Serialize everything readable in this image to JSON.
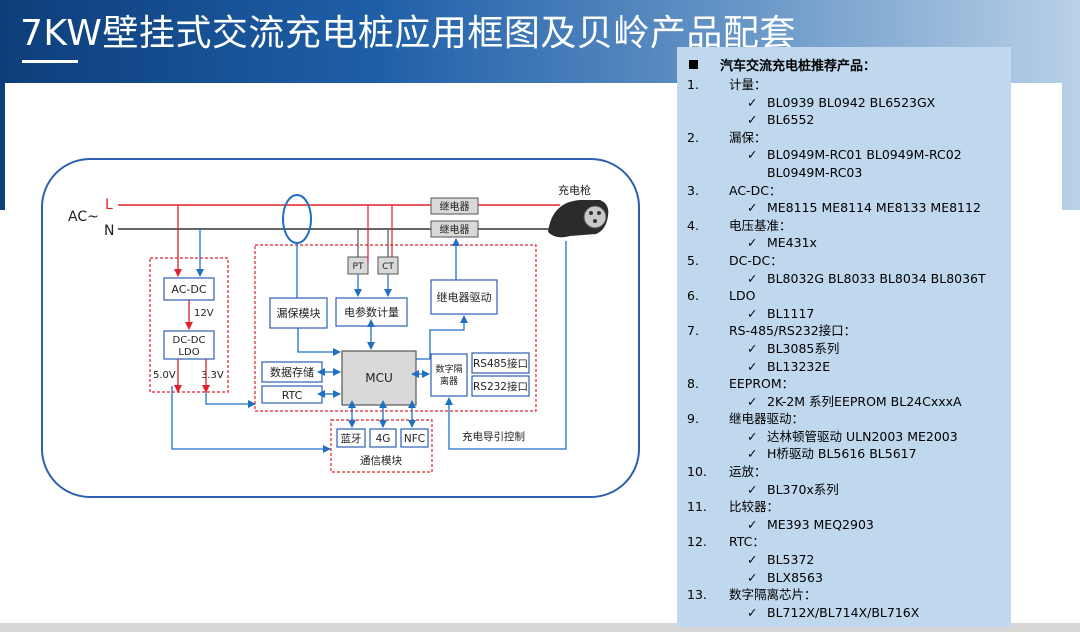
{
  "title": "7KW壁挂式交流充电桩应用框图及贝岭产品配套",
  "diagram": {
    "ac_label": "AC~",
    "line_l": "L",
    "line_n": "N",
    "charging_gun": "充电枪",
    "relay1": "继电器",
    "relay2": "继电器",
    "pt": "PT",
    "ct": "CT",
    "acdc": "AC-DC",
    "v12": "12V",
    "dcdc_ldo_line1": "DC-DC",
    "dcdc_ldo_line2": "LDO",
    "v5": "5.0V",
    "v33": "3.3V",
    "leakage": "漏保模块",
    "meter": "电参数计量",
    "relay_driver": "继电器驱动",
    "storage": "数据存储",
    "mcu": "MCU",
    "rtc": "RTC",
    "isolation_line1": "数字隔",
    "isolation_line2": "离器",
    "rs485": "RS485接口",
    "rs232": "RS232接口",
    "bluetooth": "蓝牙",
    "g4": "4G",
    "nfc": "NFC",
    "comm_module": "通信模块",
    "pilot_control": "充电导引控制"
  },
  "panel": {
    "title": "汽车交流充电桩推荐产品：",
    "check_mark": "✓",
    "sections": [
      {
        "num": "1.",
        "name": "计量：",
        "items": [
          "BL0939 BL0942 BL6523GX",
          "BL6552"
        ]
      },
      {
        "num": "2.",
        "name": "漏保：",
        "items": [
          "BL0949M-RC01 BL0949M-RC02 BL0949M-RC03"
        ]
      },
      {
        "num": "3.",
        "name": "AC-DC：",
        "items": [
          "ME8115 ME8114 ME8133 ME8112"
        ]
      },
      {
        "num": "4.",
        "name": "电压基准：",
        "items": [
          "ME431x"
        ]
      },
      {
        "num": "5.",
        "name": "DC-DC：",
        "items": [
          "BL8032G BL8033 BL8034 BL8036T"
        ]
      },
      {
        "num": "6.",
        "name": "LDO",
        "items": [
          "BL1117"
        ]
      },
      {
        "num": "7.",
        "name": "RS-485/RS232接口：",
        "items": [
          "BL3085系列",
          "BL13232E"
        ]
      },
      {
        "num": "8.",
        "name": "EEPROM：",
        "items": [
          "2K-2M 系列EEPROM BL24CxxxA"
        ]
      },
      {
        "num": "9.",
        "name": "继电器驱动：",
        "items": [
          "达林顿管驱动 ULN2003 ME2003",
          "H桥驱动 BL5616 BL5617"
        ]
      },
      {
        "num": "10.",
        "name": "运放：",
        "items": [
          "BL370x系列"
        ]
      },
      {
        "num": "11.",
        "name": "比较器：",
        "items": [
          "ME393 MEQ2903"
        ]
      },
      {
        "num": "12.",
        "name": "RTC：",
        "items": [
          "BL5372",
          "BLX8563"
        ]
      },
      {
        "num": "13.",
        "name": "数字隔离芯片：",
        "items": [
          "BL712X/BL714X/BL716X"
        ]
      }
    ]
  }
}
